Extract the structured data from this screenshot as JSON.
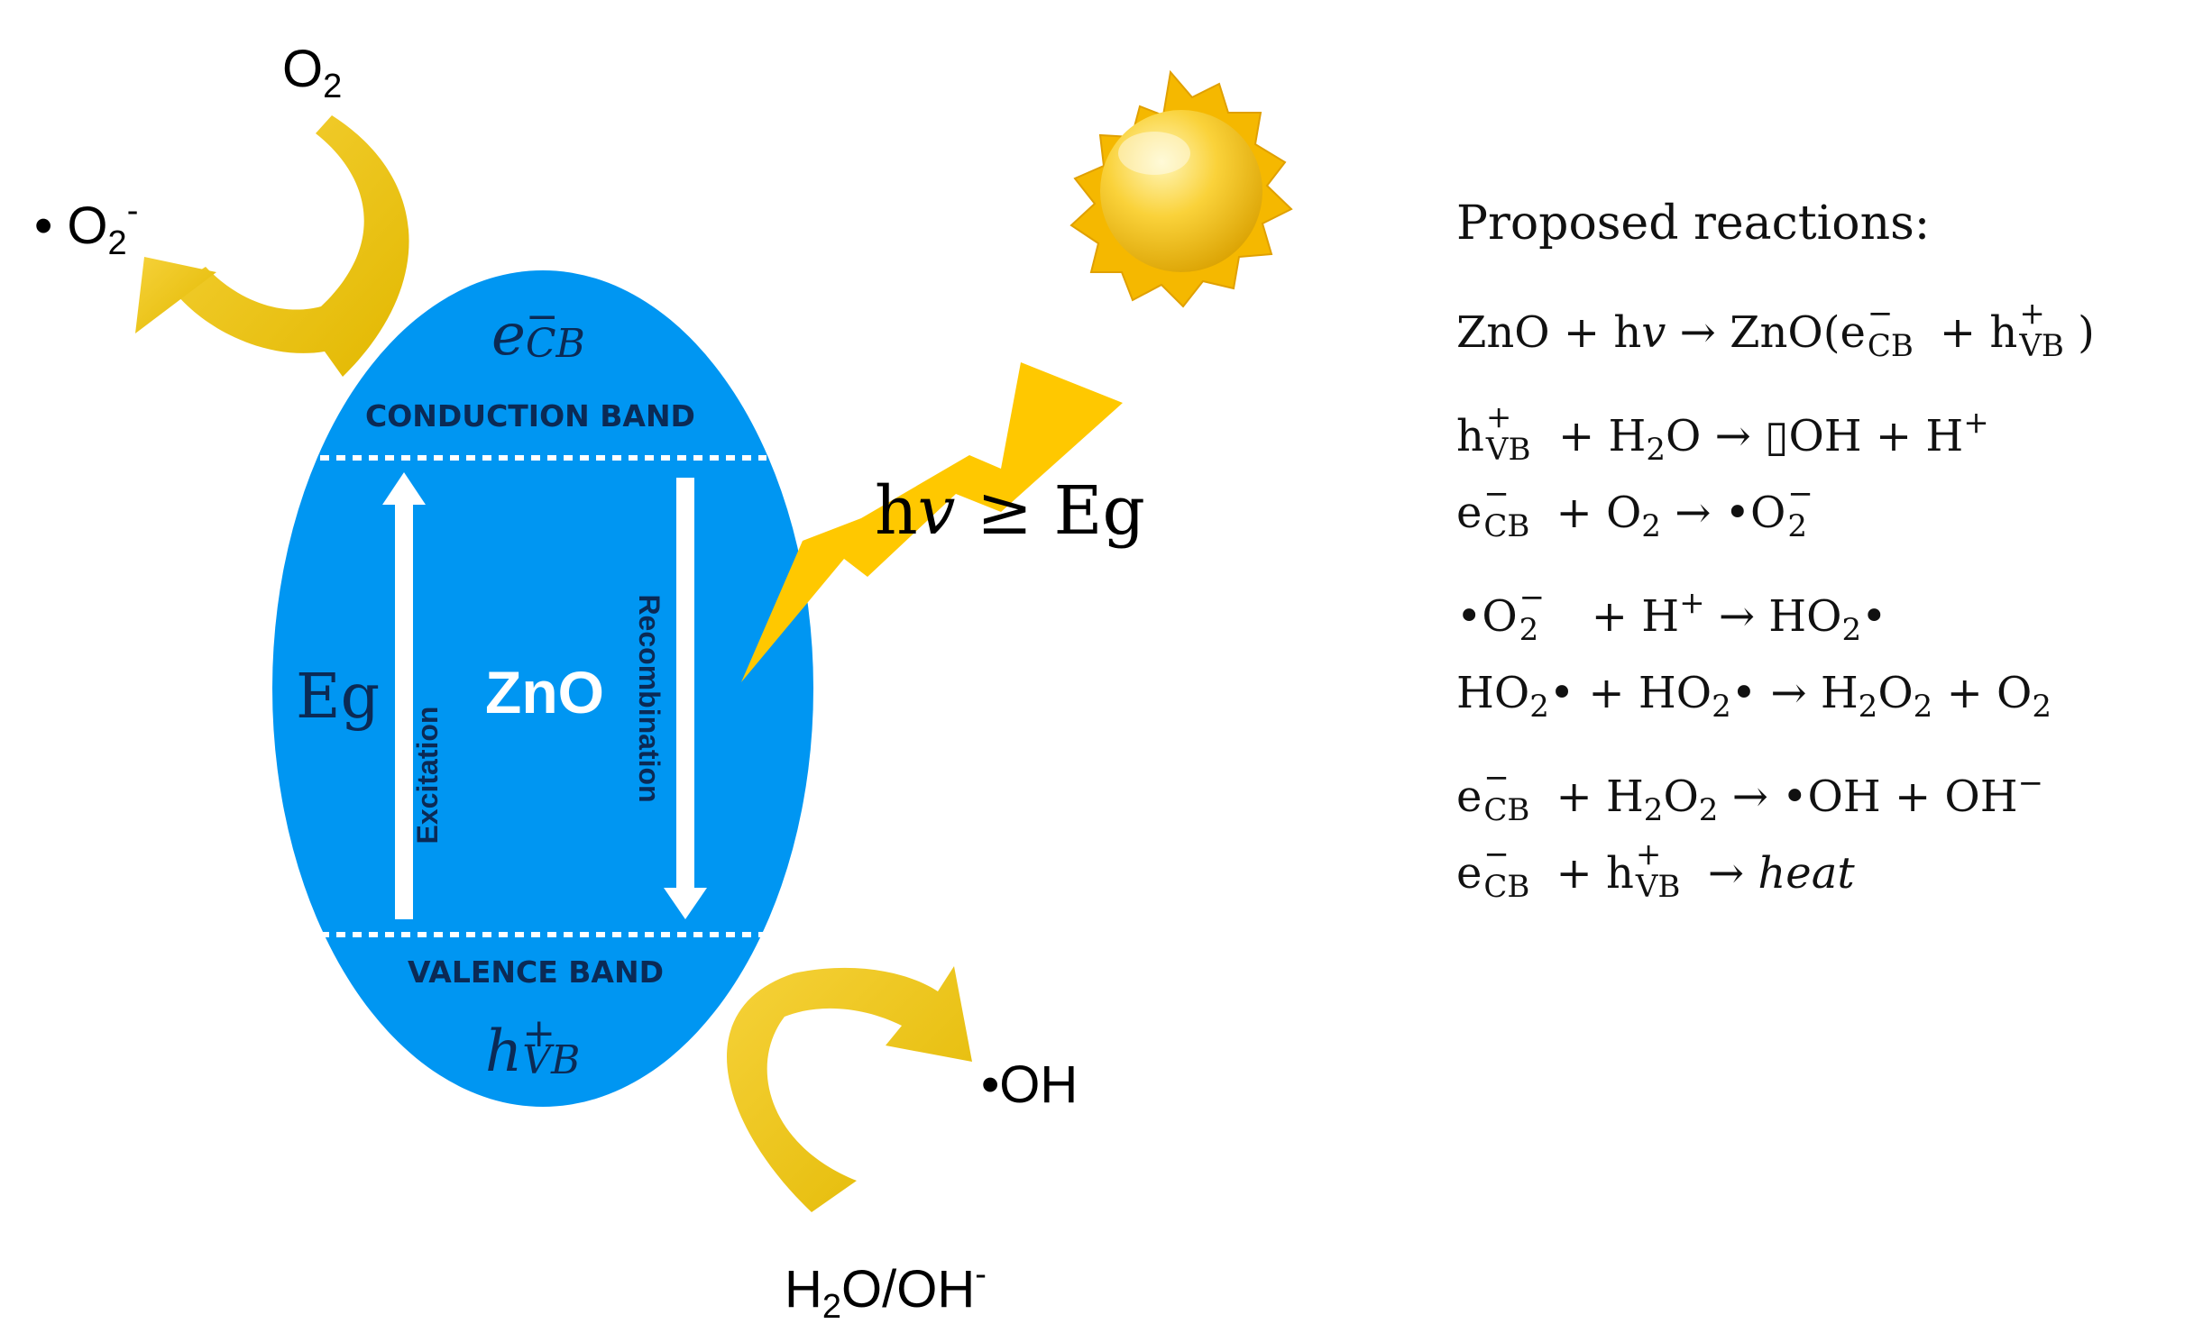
{
  "diagram": {
    "colors": {
      "ellipse": "#0096f2",
      "arrow_yellow": "#f0c41a",
      "bolt": "#ffc800",
      "sun_core": "#f7c51a",
      "sun_rays": "#f5b800",
      "band_label": "#0b2a55"
    },
    "species": {
      "o2_top": {
        "base": "O",
        "sub": "2"
      },
      "superoxide": {
        "prefix": "• O",
        "sub": "2",
        "sup": "-"
      },
      "hydroxyl": "•OH",
      "water": {
        "part1": "H",
        "sub": "2",
        "part2": "O/OH",
        "sup": "-"
      }
    },
    "bands": {
      "conduction": "CONDUCTION BAND",
      "valence": "VALENCE BAND",
      "electron": {
        "base": "e",
        "sup": "−",
        "sub": "CB"
      },
      "hole": {
        "base": "h",
        "sup": "+",
        "sub": "VB"
      }
    },
    "gap_label": "Eg",
    "material": "ZnO",
    "excitation": "Excitation",
    "recombination": "Recombination",
    "photon": {
      "h": "h",
      "nu": "v",
      "rest": " ≥ Eg"
    },
    "icons": [
      "sun-icon",
      "lightning-bolt-icon"
    ]
  },
  "reactions": {
    "title": "Proposed reactions:",
    "r1": {
      "a": "ZnO + h",
      "nu": "v",
      "b": " → ZnO(e",
      "c1_sup": "−",
      "c1_sub": "CB",
      "d": " + h",
      "c2_sup": "+",
      "c2_sub": "VB",
      "e": ")"
    },
    "r2": {
      "a": "h",
      "s_sup": "+",
      "s_sub": "VB",
      "b": " +  H",
      "sub": "2",
      "c": "O →  ▯OH +  H",
      "sup": "+"
    },
    "r3": {
      "a": "e",
      "s_sup": "−",
      "s_sub": "CB",
      "b": " + O",
      "sub": "2",
      "c": " →  •O",
      "s2_sup": "−",
      "s2_sub": "2"
    },
    "r4": {
      "a": "•O",
      "s_sup": "−",
      "s_sub": "2",
      "b": " +  H",
      "sup": "+",
      "c": "  →  HO",
      "sub": "2",
      "d": "•"
    },
    "r5": {
      "a": "HO",
      "sub1": "2",
      "b": "•  +  HO",
      "sub2": "2",
      "c": "•  →  H",
      "sub3": "2",
      "d": "O",
      "sub4": "2",
      "e": " +  O",
      "sub5": "2"
    },
    "r6": {
      "a": "e",
      "s_sup": "−",
      "s_sub": "CB",
      "b": " + H",
      "sub1": "2",
      "c": "O",
      "sub2": "2",
      "d": " →  •OH  + OH",
      "sup": "−"
    },
    "r7": {
      "a": "e",
      "s_sup": "−",
      "s_sub": "CB",
      "b": " + h",
      "s2_sup": "+",
      "s2_sub": "VB",
      "c": "  → ",
      "heat": "heat"
    }
  }
}
